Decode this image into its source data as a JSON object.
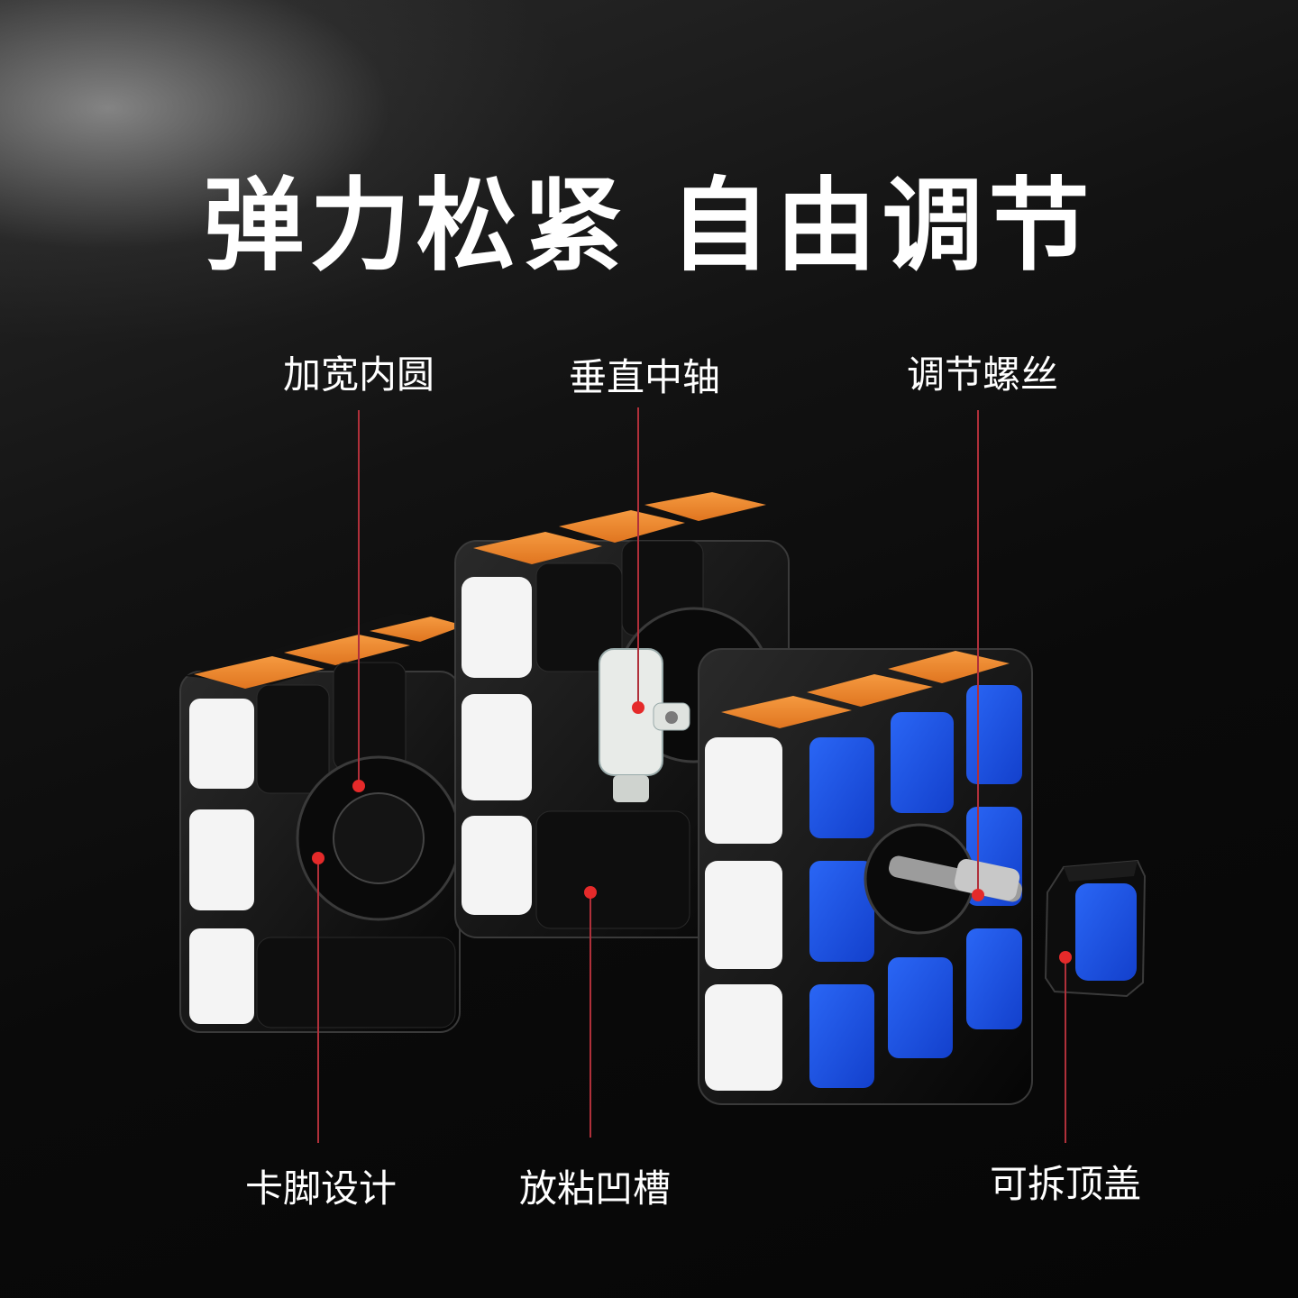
{
  "headline": "弹力松紧 自由调节",
  "callouts": {
    "top_left": "加宽内圆",
    "top_center": "垂直中轴",
    "top_right": "调节螺丝",
    "bottom_left": "卡脚设计",
    "bottom_center": "放粘凹槽",
    "bottom_right": "可拆顶盖"
  },
  "colors": {
    "sticker_white": "#f4f4f4",
    "sticker_orange": "#f2852a",
    "sticker_blue": "#1a55e6",
    "leader_line": "#b0303a",
    "leader_dot": "#e52a2a"
  }
}
